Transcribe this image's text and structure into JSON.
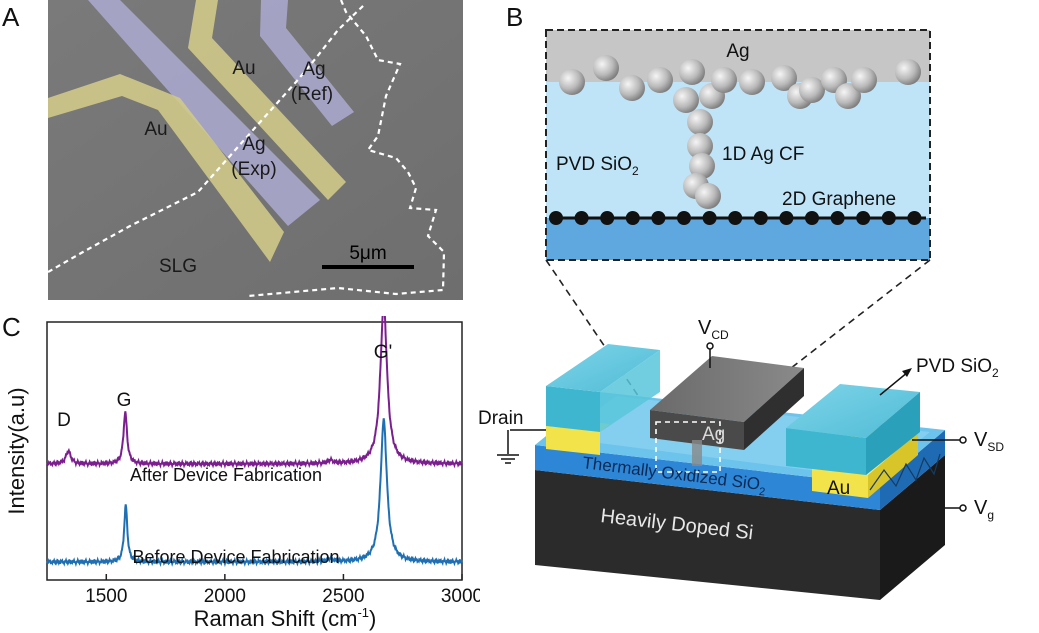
{
  "panels": {
    "a": {
      "label": "A",
      "texts": {
        "au_top": "Au",
        "ag_ref_1": "Ag",
        "ag_ref_2": "(Ref)",
        "au_left": "Au",
        "ag_exp_1": "Ag",
        "ag_exp_2": "(Exp)",
        "slg": "SLG",
        "scale": "5μm"
      }
    },
    "b": {
      "label": "B",
      "inset": {
        "ag": "Ag",
        "pvd": "PVD SiO",
        "pvd_sub": "2",
        "cf": "1D Ag CF",
        "graphene": "2D Graphene"
      },
      "device": {
        "vcd": "V",
        "vcd_sub": "CD",
        "pvd": "PVD SiO",
        "pvd_sub": "2",
        "drain": "Drain",
        "ag": "Ag",
        "vsd": "V",
        "vsd_sub": "SD",
        "au": "Au",
        "thermal": "Thermally Oxidized SiO",
        "thermal_sub": "2",
        "vg": "V",
        "vg_sub": "g",
        "substrate": "Heavily Doped Si"
      }
    },
    "c": {
      "label": "C",
      "annotations": {
        "d": "D",
        "g": "G",
        "gp": "G'",
        "after": "After Device Fabrication",
        "before": "Before Device Fabrication"
      }
    }
  },
  "chart_data": {
    "type": "line",
    "xlabel": "Raman Shift (cm",
    "xlabel_sup": "-1",
    "xlabel_end": ")",
    "ylabel": "Intensity(a.u)",
    "xlim": [
      1250,
      3000
    ],
    "ylim": [
      0,
      1
    ],
    "xticks": [
      1500,
      2000,
      2500,
      3000
    ],
    "grid": false,
    "series": [
      {
        "name": "After Device Fabrication",
        "color": "#7b1f8f",
        "baseline": 0.45,
        "peaks": [
          {
            "x": 1340,
            "height": 0.05,
            "width": 12
          },
          {
            "x": 1580,
            "height": 0.2,
            "width": 9
          },
          {
            "x": 2445,
            "height": 0.012,
            "width": 14
          },
          {
            "x": 2670,
            "height": 0.62,
            "width": 17
          }
        ]
      },
      {
        "name": "Before Device Fabrication",
        "color": "#1f6fb3",
        "baseline": 0.07,
        "peaks": [
          {
            "x": 1582,
            "height": 0.22,
            "width": 8
          },
          {
            "x": 2445,
            "height": 0.012,
            "width": 14
          },
          {
            "x": 2670,
            "height": 0.55,
            "width": 16
          }
        ]
      }
    ]
  }
}
